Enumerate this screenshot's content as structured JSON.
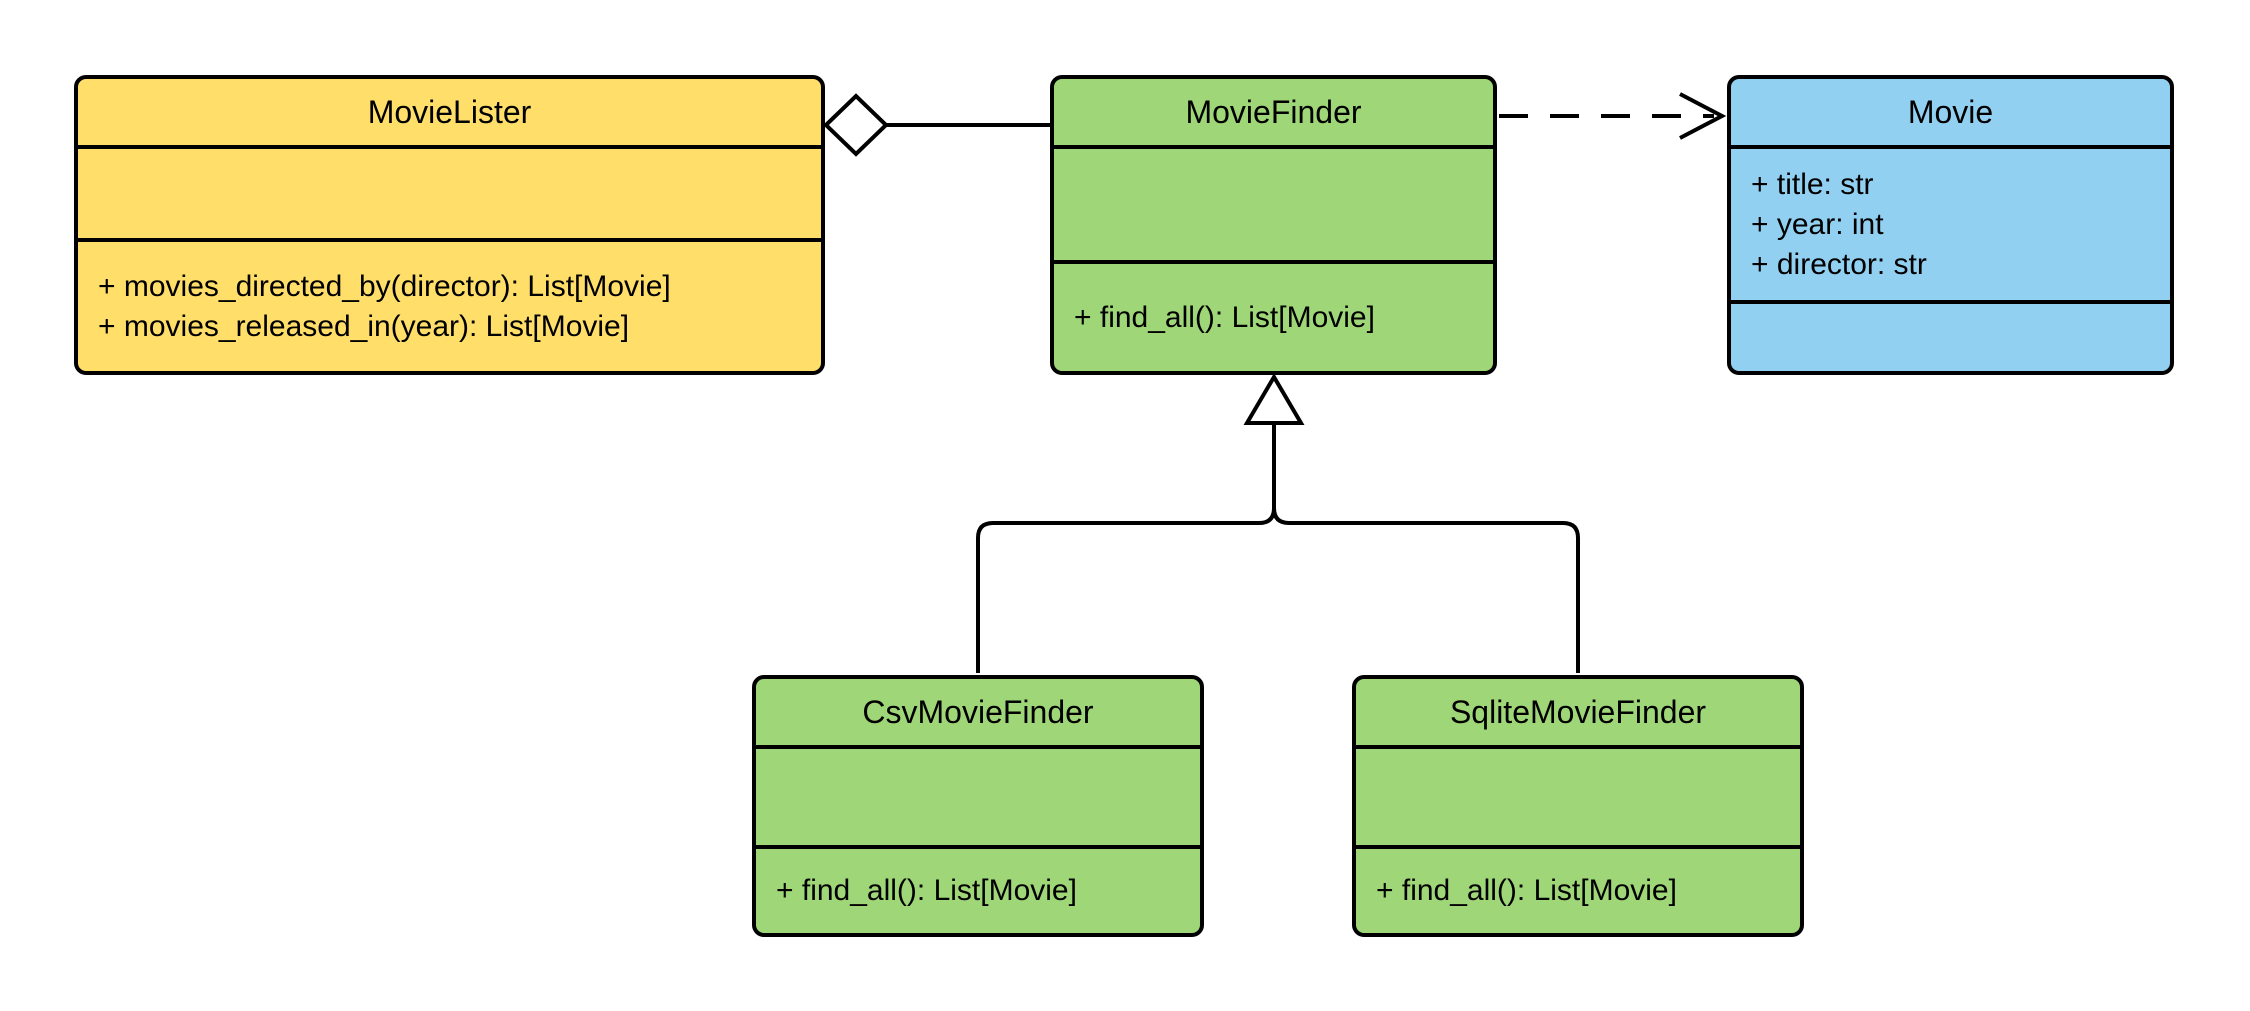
{
  "diagram": {
    "background": "#ffffff",
    "stroke_color": "#000000",
    "classes": [
      {
        "name": "MovieLister",
        "fill": "#FFDE69",
        "attributes": [],
        "methods": [
          "+ movies_directed_by(director): List[Movie]",
          "+ movies_released_in(year): List[Movie]"
        ]
      },
      {
        "name": "MovieFinder",
        "fill": "#9ED678",
        "attributes": [],
        "methods": [
          "+ find_all(): List[Movie]"
        ]
      },
      {
        "name": "Movie",
        "fill": "#92D0F2",
        "attributes": [
          "+ title: str",
          "+ year: int",
          "+ director: str"
        ],
        "methods": []
      },
      {
        "name": "CsvMovieFinder",
        "fill": "#9ED678",
        "attributes": [],
        "methods": [
          "+ find_all(): List[Movie]"
        ]
      },
      {
        "name": "SqliteMovieFinder",
        "fill": "#9ED678",
        "attributes": [],
        "methods": [
          "+ find_all(): List[Movie]"
        ]
      }
    ],
    "relationships": [
      {
        "type": "aggregation",
        "from": "MovieLister",
        "to": "MovieFinder",
        "marker": "hollow-diamond"
      },
      {
        "type": "dependency",
        "from": "MovieFinder",
        "to": "Movie",
        "marker": "open-arrow",
        "line": "dashed"
      },
      {
        "type": "inheritance",
        "from": "CsvMovieFinder",
        "to": "MovieFinder",
        "marker": "hollow-triangle"
      },
      {
        "type": "inheritance",
        "from": "SqliteMovieFinder",
        "to": "MovieFinder",
        "marker": "hollow-triangle"
      }
    ]
  }
}
